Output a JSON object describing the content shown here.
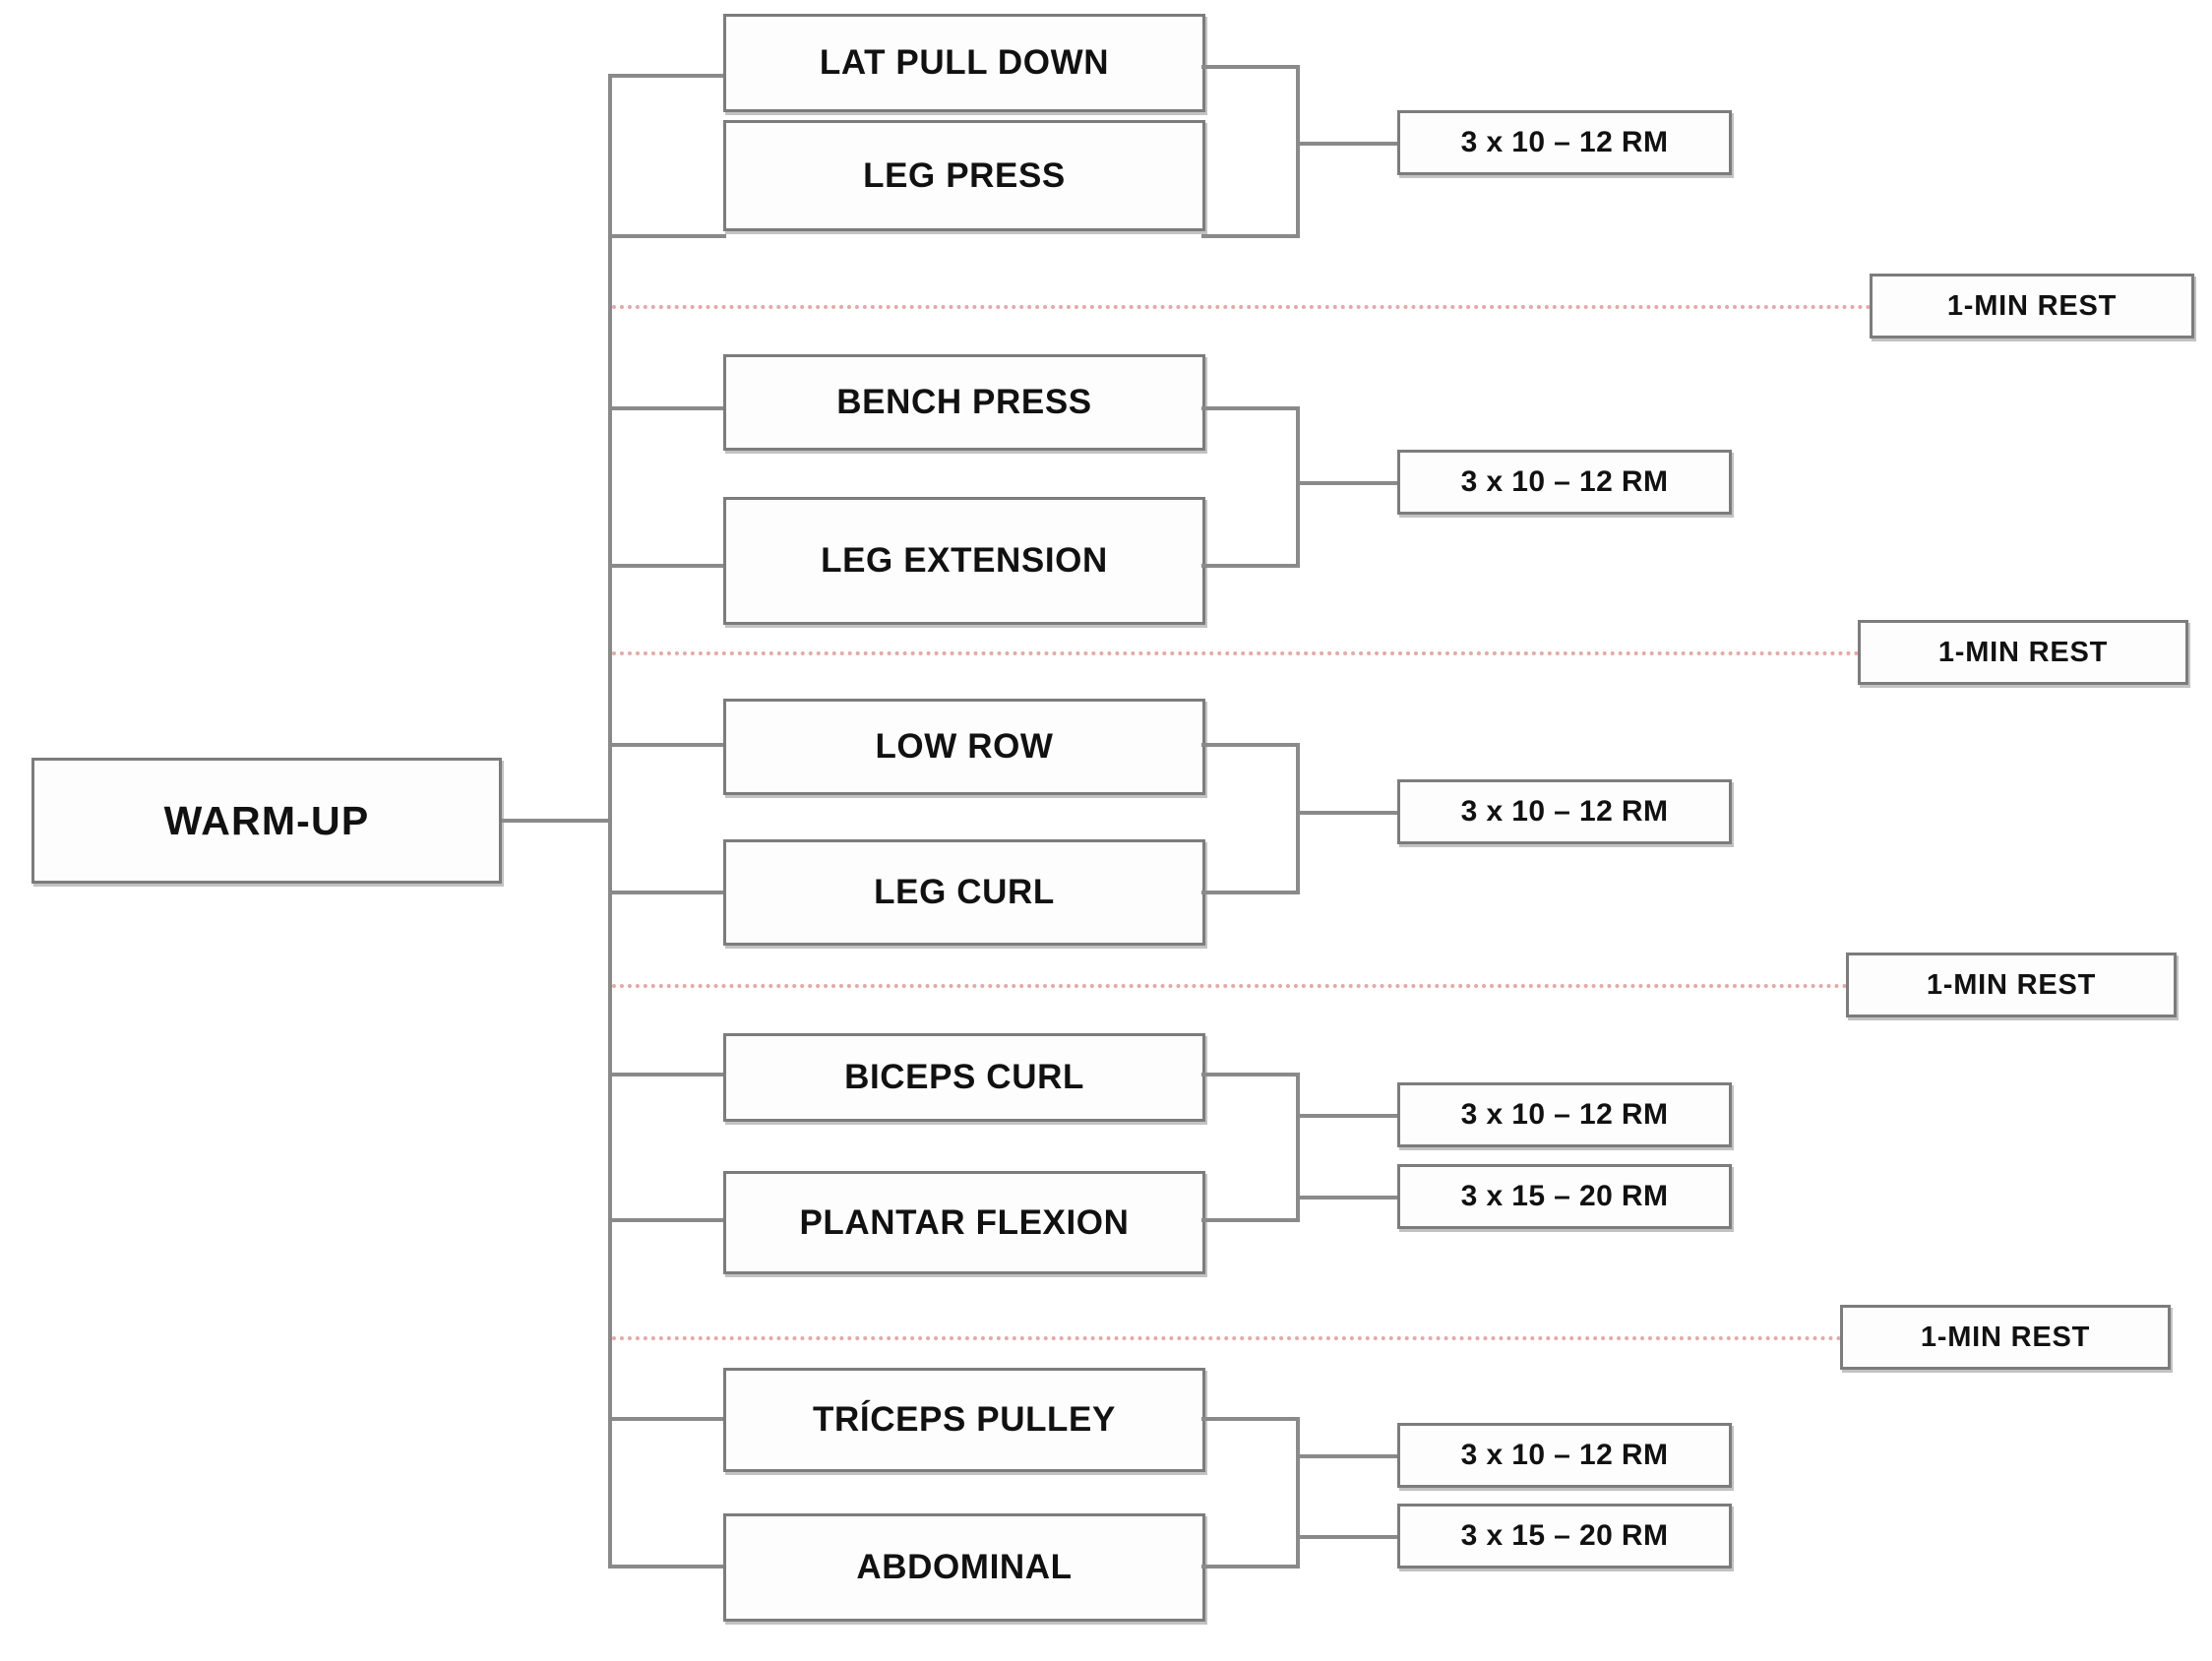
{
  "diagram": {
    "title_node": {
      "label": "WARM-UP"
    },
    "rest_label": "1-MIN REST",
    "groups": [
      {
        "id": "group-1",
        "exercises": [
          {
            "label": "LAT PULL DOWN"
          },
          {
            "label": "LEG PRESS"
          }
        ],
        "prescriptions": [
          {
            "label": "3 x 10 – 12 RM"
          }
        ],
        "rest_after": {
          "label": "1-MIN REST"
        }
      },
      {
        "id": "group-2",
        "exercises": [
          {
            "label": "BENCH PRESS"
          },
          {
            "label": "LEG EXTENSION"
          }
        ],
        "prescriptions": [
          {
            "label": "3 x 10 – 12 RM"
          }
        ],
        "rest_after": {
          "label": "1-MIN REST"
        }
      },
      {
        "id": "group-3",
        "exercises": [
          {
            "label": "LOW ROW"
          },
          {
            "label": "LEG CURL"
          }
        ],
        "prescriptions": [
          {
            "label": "3 x 10 – 12 RM"
          }
        ],
        "rest_after": {
          "label": "1-MIN REST"
        }
      },
      {
        "id": "group-4",
        "exercises": [
          {
            "label": "BICEPS CURL"
          },
          {
            "label": "PLANTAR FLEXION"
          }
        ],
        "prescriptions": [
          {
            "label": "3 x 10 – 12 RM"
          },
          {
            "label": "3 x 15 – 20 RM"
          }
        ],
        "rest_after": {
          "label": "1-MIN REST"
        }
      },
      {
        "id": "group-5",
        "exercises": [
          {
            "label": "TRÍCEPS PULLEY"
          },
          {
            "label": "ABDOMINAL"
          }
        ],
        "prescriptions": [
          {
            "label": "3 x 10 – 12 RM"
          },
          {
            "label": "3 x 15 – 20 RM"
          }
        ],
        "rest_after": null
      }
    ],
    "colors": {
      "box_border": "#7c7c7c",
      "connector": "#8a8a8a",
      "rest_line": "#e3a9a9",
      "text": "#111111",
      "background": "#ffffff"
    }
  }
}
